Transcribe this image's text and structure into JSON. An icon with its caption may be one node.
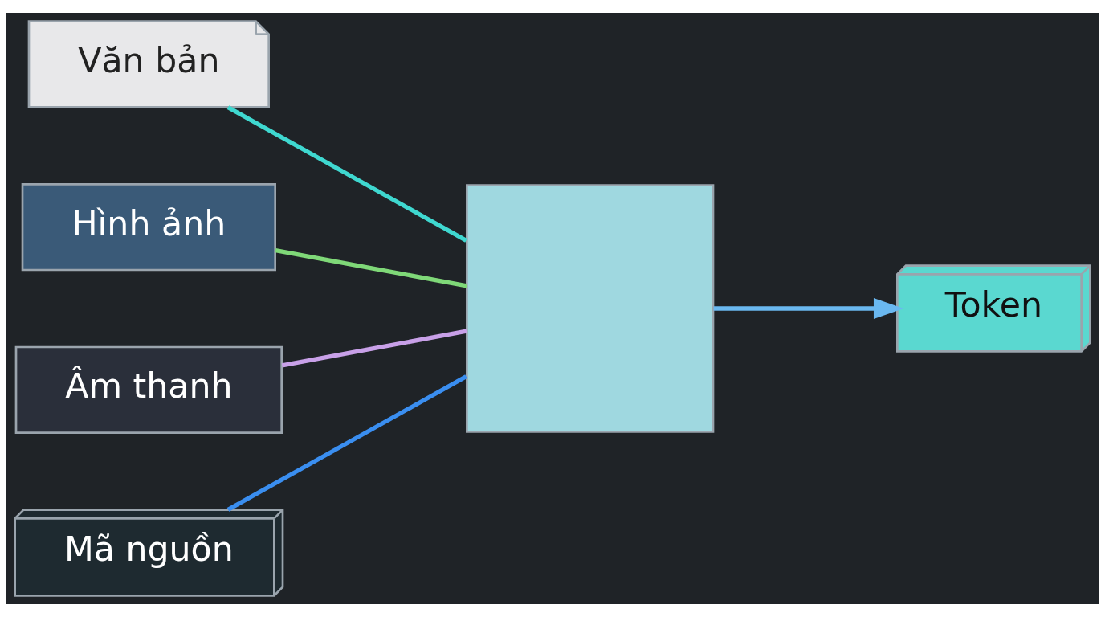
{
  "diagram": {
    "nodes": [
      {
        "text": [
          "Văn bản"
        ]
      },
      {
        "text": [
          "Hình ảnh"
        ]
      },
      {
        "text": [
          "Âm thanh"
        ]
      },
      {
        "text": [
          "Mã nguồn"
        ]
      },
      {
        "text": [],
        "shape": "box"
      },
      {
        "text": [
          "Token"
        ]
      }
    ],
    "edges": [
      {
        "from": 0,
        "to": 4,
        "arrow": "none",
        "color": "#3fd8d0"
      },
      {
        "from": 1,
        "to": 4,
        "arrow": "none",
        "color": "#7fd878"
      },
      {
        "from": 2,
        "to": 4,
        "arrow": "none",
        "color": "#c8a0e8"
      },
      {
        "from": 3,
        "to": 4,
        "arrow": "none",
        "color": "#3a8ef0"
      },
      {
        "from": 4,
        "to": 5,
        "arrow": "to",
        "color": "#6ab8f0"
      }
    ]
  }
}
